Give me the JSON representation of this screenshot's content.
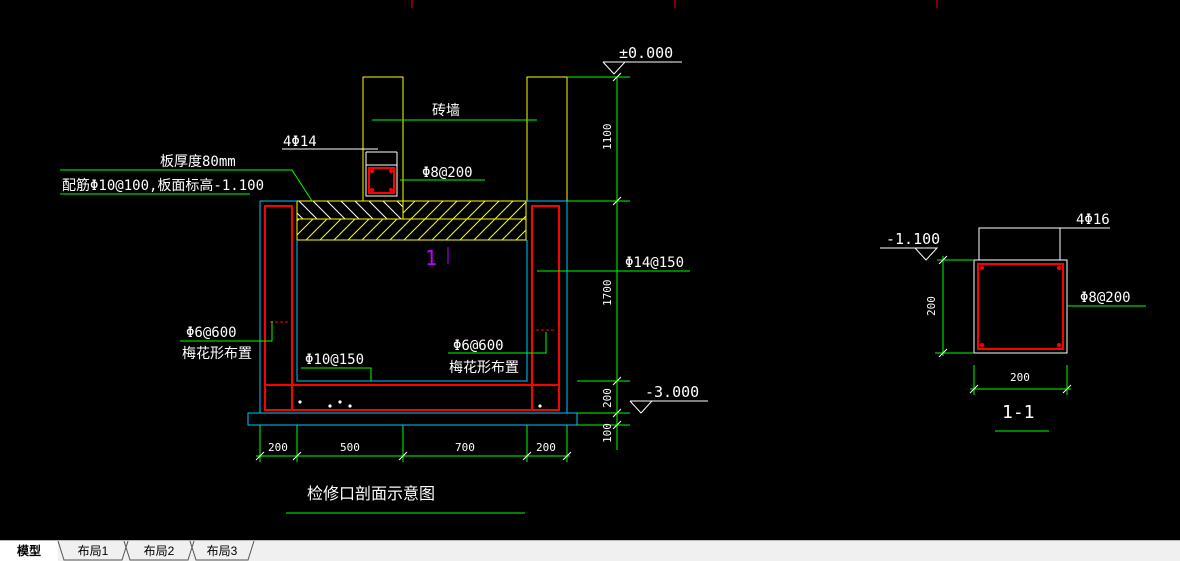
{
  "drawing": {
    "section_title": "检修口剖面示意图",
    "detail_title": "1-1",
    "levels": {
      "top": "±0.000",
      "bottom": "-3.000",
      "detail": "-1.100"
    },
    "labels": {
      "brick_wall": "砖墙",
      "slab_thickness": "板厚度80mm",
      "slab_rebar": "配筋Φ10@100,板面标高-1.100",
      "beam_main": "4Φ14",
      "beam_stirrup": "Φ8@200",
      "wall_rebar": "Φ14@150",
      "tie_left": "Φ6@600",
      "tie_left_note": "梅花形布置",
      "tie_right": "Φ6@600",
      "tie_right_note": "梅花形布置",
      "bottom_rebar": "Φ10@150",
      "section_mark": "1",
      "detail_main": "4Φ16",
      "detail_stirrup": "Φ8@200"
    },
    "dims_horizontal": [
      "200",
      "500",
      "700",
      "200"
    ],
    "dims_vertical": [
      "1100",
      "1700",
      "200",
      "100"
    ],
    "detail_dims": {
      "width": "200",
      "height": "200"
    },
    "colors": {
      "background": "#000000",
      "text": "#ffffff",
      "leader": "#00ff00",
      "wall": "#ffff00",
      "concrete": "#00c8ff",
      "rebar": "#ff0000",
      "section_mark": "#c000ff"
    }
  },
  "layout_tabs": [
    {
      "label": "模型",
      "active": true
    },
    {
      "label": "布局1",
      "active": false
    },
    {
      "label": "布局2",
      "active": false
    },
    {
      "label": "布局3",
      "active": false
    }
  ]
}
